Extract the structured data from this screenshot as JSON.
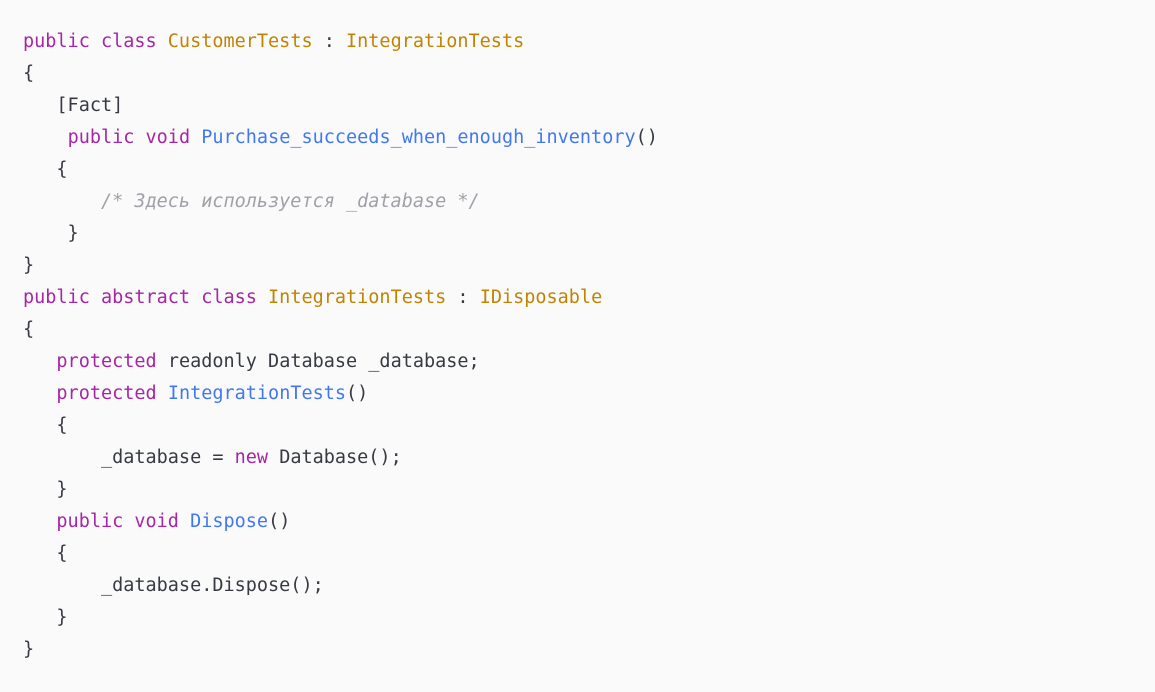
{
  "code": {
    "lines": [
      {
        "tokens": [
          {
            "t": "public ",
            "c": "kw"
          },
          {
            "t": "class ",
            "c": "kw"
          },
          {
            "t": "CustomerTests",
            "c": "cls"
          },
          {
            "t": " : ",
            "c": "pl"
          },
          {
            "t": "IntegrationTests",
            "c": "cls"
          }
        ]
      },
      {
        "tokens": [
          {
            "t": "{",
            "c": "pl"
          }
        ]
      },
      {
        "tokens": [
          {
            "t": "   [Fact]",
            "c": "pl"
          }
        ]
      },
      {
        "tokens": [
          {
            "t": "    ",
            "c": "pl"
          },
          {
            "t": "public ",
            "c": "kw"
          },
          {
            "t": "void ",
            "c": "kw"
          },
          {
            "t": "Purchase_succeeds_when_enough_inventory",
            "c": "fn"
          },
          {
            "t": "()",
            "c": "pl"
          }
        ]
      },
      {
        "tokens": [
          {
            "t": "   {",
            "c": "pl"
          }
        ]
      },
      {
        "tokens": [
          {
            "t": "       /* Здесь используется _database */",
            "c": "cm"
          }
        ]
      },
      {
        "tokens": [
          {
            "t": "    }",
            "c": "pl"
          }
        ]
      },
      {
        "tokens": [
          {
            "t": "}",
            "c": "pl"
          }
        ]
      },
      {
        "tokens": [
          {
            "t": "public ",
            "c": "kw"
          },
          {
            "t": "abstract ",
            "c": "kw"
          },
          {
            "t": "class ",
            "c": "kw"
          },
          {
            "t": "IntegrationTests",
            "c": "cls"
          },
          {
            "t": " : ",
            "c": "pl"
          },
          {
            "t": "IDisposable",
            "c": "cls"
          }
        ]
      },
      {
        "tokens": [
          {
            "t": "{",
            "c": "pl"
          }
        ]
      },
      {
        "tokens": [
          {
            "t": "   ",
            "c": "pl"
          },
          {
            "t": "protected ",
            "c": "kw"
          },
          {
            "t": "readonly Database _database;",
            "c": "pl"
          }
        ]
      },
      {
        "tokens": [
          {
            "t": "   ",
            "c": "pl"
          },
          {
            "t": "protected ",
            "c": "kw"
          },
          {
            "t": "IntegrationTests",
            "c": "fn"
          },
          {
            "t": "()",
            "c": "pl"
          }
        ]
      },
      {
        "tokens": [
          {
            "t": "   {",
            "c": "pl"
          }
        ]
      },
      {
        "tokens": [
          {
            "t": "       _database = ",
            "c": "pl"
          },
          {
            "t": "new ",
            "c": "kw"
          },
          {
            "t": "Database();",
            "c": "pl"
          }
        ]
      },
      {
        "tokens": [
          {
            "t": "   }",
            "c": "pl"
          }
        ]
      },
      {
        "tokens": [
          {
            "t": "   ",
            "c": "pl"
          },
          {
            "t": "public ",
            "c": "kw"
          },
          {
            "t": "void ",
            "c": "kw"
          },
          {
            "t": "Dispose",
            "c": "fn"
          },
          {
            "t": "()",
            "c": "pl"
          }
        ]
      },
      {
        "tokens": [
          {
            "t": "   {",
            "c": "pl"
          }
        ]
      },
      {
        "tokens": [
          {
            "t": "       _database.Dispose();",
            "c": "pl"
          }
        ]
      },
      {
        "tokens": [
          {
            "t": "   }",
            "c": "pl"
          }
        ]
      },
      {
        "tokens": [
          {
            "t": "}",
            "c": "pl"
          }
        ]
      }
    ]
  },
  "colors": {
    "keyword": "#a626a4",
    "class_name": "#c18401",
    "function_name": "#4078f2",
    "plain": "#383a42",
    "comment": "#a0a1a7",
    "background": "#fafafa"
  }
}
